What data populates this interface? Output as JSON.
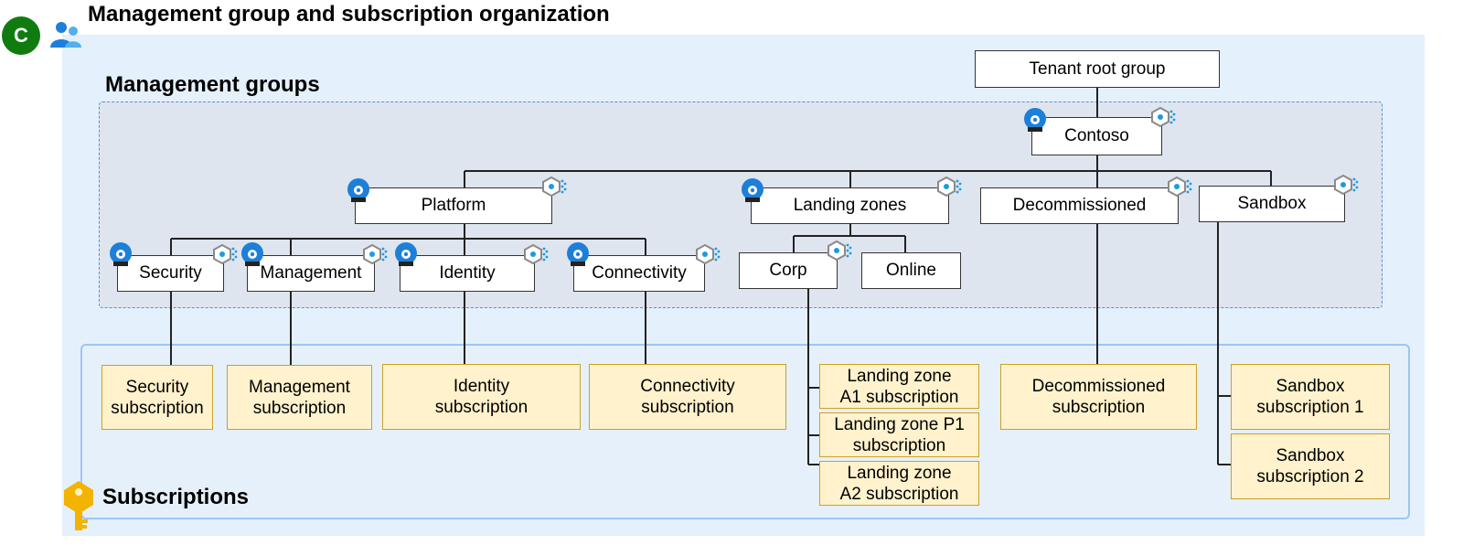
{
  "badge": "C",
  "title": "Management group and subscription organization",
  "sections": {
    "management_groups": "Management groups",
    "subscriptions": "Subscriptions"
  },
  "groups": {
    "tenant_root": "Tenant root group",
    "contoso": "Contoso",
    "platform": "Platform",
    "landing_zones": "Landing zones",
    "decommissioned": "Decommissioned",
    "sandbox": "Sandbox",
    "security": "Security",
    "management": "Management",
    "identity": "Identity",
    "connectivity": "Connectivity",
    "corp": "Corp",
    "online": "Online"
  },
  "subscriptions": {
    "security": [
      "Security",
      "subscription"
    ],
    "management": [
      "Management",
      "subscription"
    ],
    "identity": [
      "Identity",
      "subscription"
    ],
    "connectivity": [
      "Connectivity",
      "subscription"
    ],
    "landing_zone_a1": [
      "Landing zone",
      "A1 subscription"
    ],
    "landing_zone_p1": [
      "Landing zone P1",
      "subscription"
    ],
    "landing_zone_a2": [
      "Landing zone",
      "A2 subscription"
    ],
    "decommissioned": [
      "Decommissioned",
      "subscription"
    ],
    "sandbox_1": [
      "Sandbox",
      "subscription 1"
    ],
    "sandbox_2": [
      "Sandbox",
      "subscription 2"
    ]
  },
  "colors": {
    "badge": "#107c10",
    "outer_panel": "#e4f0fb",
    "mg_panel": "#dfe5ee",
    "subscription_fill": "#fff2cc",
    "subscription_border": "#c9a227",
    "key_icon": "#f2b400",
    "azure_blue": "#1e7fd8"
  },
  "icons": {
    "header": "users-icon",
    "management_group": "management-group-icon",
    "policy": "policy-icon",
    "subscription": "key-icon"
  }
}
